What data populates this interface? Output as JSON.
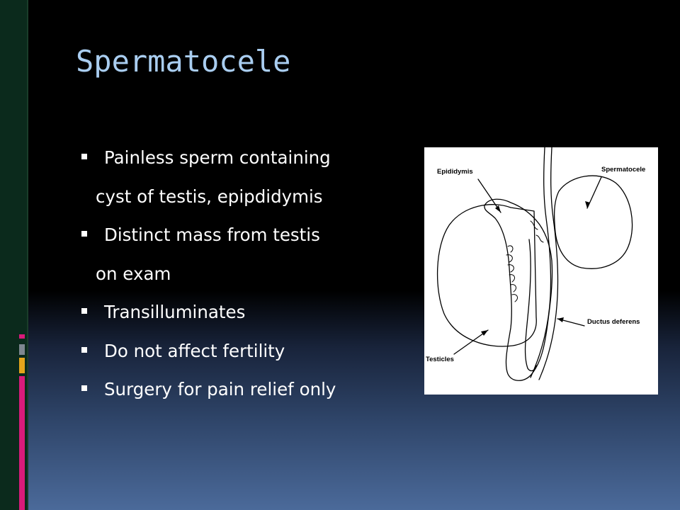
{
  "slide": {
    "title": "Spermatocele",
    "bullets": [
      {
        "text": "Painless sperm containing",
        "continuation": "cyst of testis, epipdidymis"
      },
      {
        "text": "Distinct mass from testis",
        "continuation": "on exam"
      },
      {
        "text": "Transilluminates"
      },
      {
        "text": "Do not affect fertility"
      },
      {
        "text": "Surgery for pain relief only"
      }
    ]
  },
  "figure": {
    "labels": {
      "epididymis": "Epididymis",
      "spermatocele": "Spermatocele",
      "ductus_deferens": "Ductus deferens",
      "testicles": "Testicles"
    }
  },
  "colors": {
    "title": "#a9cdf0",
    "text": "#ffffff",
    "accent_magenta": "#d81b7a",
    "accent_yellow": "#e4a51b",
    "accent_gray": "#7e8790"
  }
}
